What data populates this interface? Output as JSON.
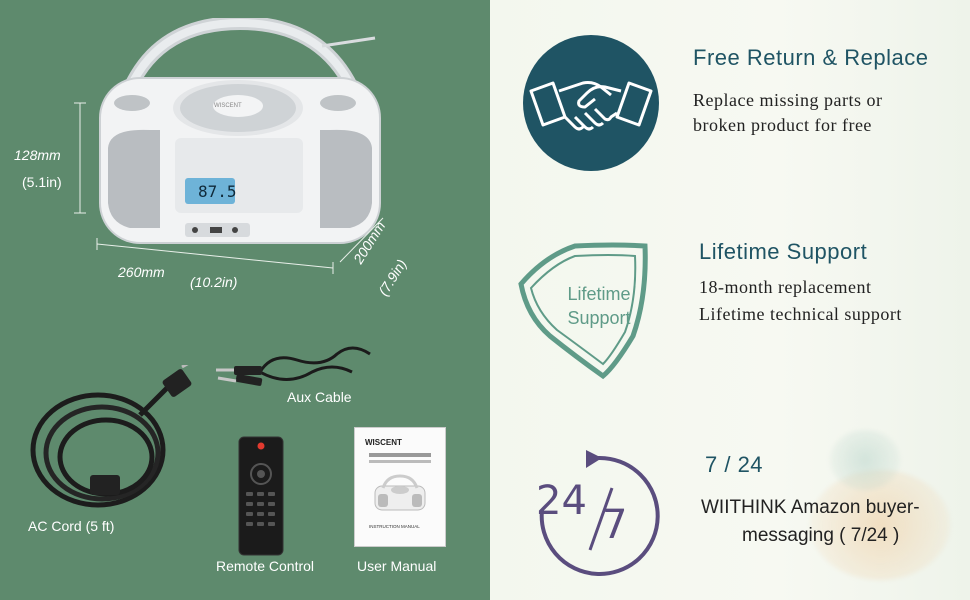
{
  "dimensions": {
    "height_mm": "128mm",
    "height_in": "(5.1in)",
    "width_mm": "260mm",
    "width_in": "(10.2in)",
    "depth_mm": "200mm",
    "depth_in": "(7.9in)"
  },
  "device": {
    "display_value": "87.5",
    "brand": "WISCENT"
  },
  "accessories": {
    "aux_cable": "Aux Cable",
    "ac_cord": "AC Cord (5 ft)",
    "remote": "Remote Control",
    "manual": "User Manual",
    "manual_brand": "WISCENT",
    "manual_heading": "INSTRUCTION MANUAL"
  },
  "features": [
    {
      "title": "Free Return & Replace",
      "lines": [
        "Replace missing parts or",
        "broken product for free"
      ]
    },
    {
      "title": "Lifetime Support",
      "badge_line1": "Lifetime",
      "badge_line2": "Support",
      "lines": [
        "18-month replacement",
        "Lifetime technical support"
      ]
    },
    {
      "title": "7 / 24",
      "badge_left": "24",
      "badge_right": "7",
      "lines": [
        "WIITHINK Amazon buyer-",
        "messaging ( 7/24 )"
      ]
    }
  ],
  "colors": {
    "left_bg": "#5e8a6d",
    "accent_teal": "#1f5464",
    "badge_green": "#5f9b88",
    "clock_purple": "#5a4d7e"
  }
}
